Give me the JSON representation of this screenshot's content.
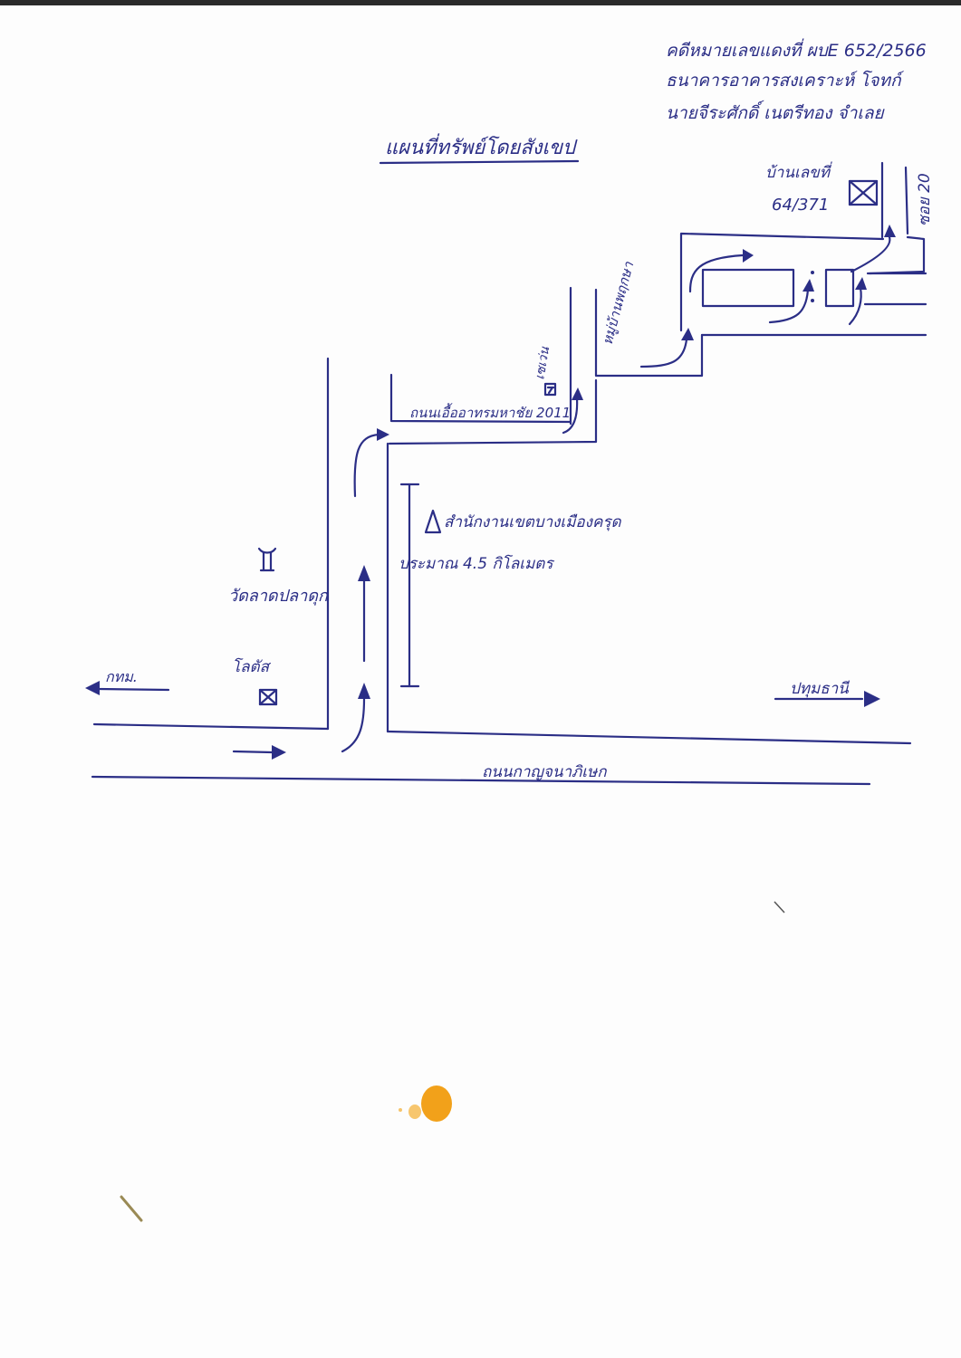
{
  "case_header": {
    "line1": "คดีหมายเลขแดงที่ ผบE 652/2566",
    "line2": "ธนาคารอาคารสงเคราะห์ โจทก์",
    "line3": "นายจีระศักดิ์ เนตรีทอง จำเลย"
  },
  "title": "แผนที่ทรัพย์โดยสังเขป",
  "labels": {
    "house": "บ้านเลขที่ 64/371",
    "house_line1": "บ้านเลขที่",
    "house_line2": "64/371",
    "soi": "ซอย 20",
    "village": "หมู่บ้านพฤกษา",
    "seven_eleven": "เซเว่น",
    "road_upper": "ถนนเอื้ออาทรมหาชัย 2011",
    "district_office": "สำนักงานเขตบางเมืองครุด",
    "distance": "ประมาณ 4.5 กิโลเมตร",
    "temple": "วัดลาดปลาดุก",
    "lotus": "โลตัส",
    "to_bangkok": "กทม.",
    "to_pathum": "ปทุมธานี",
    "main_road": "ถนนกาญจนาภิเษก"
  },
  "colors": {
    "ink": "#2b2e86",
    "stain": "#f2a11a"
  }
}
